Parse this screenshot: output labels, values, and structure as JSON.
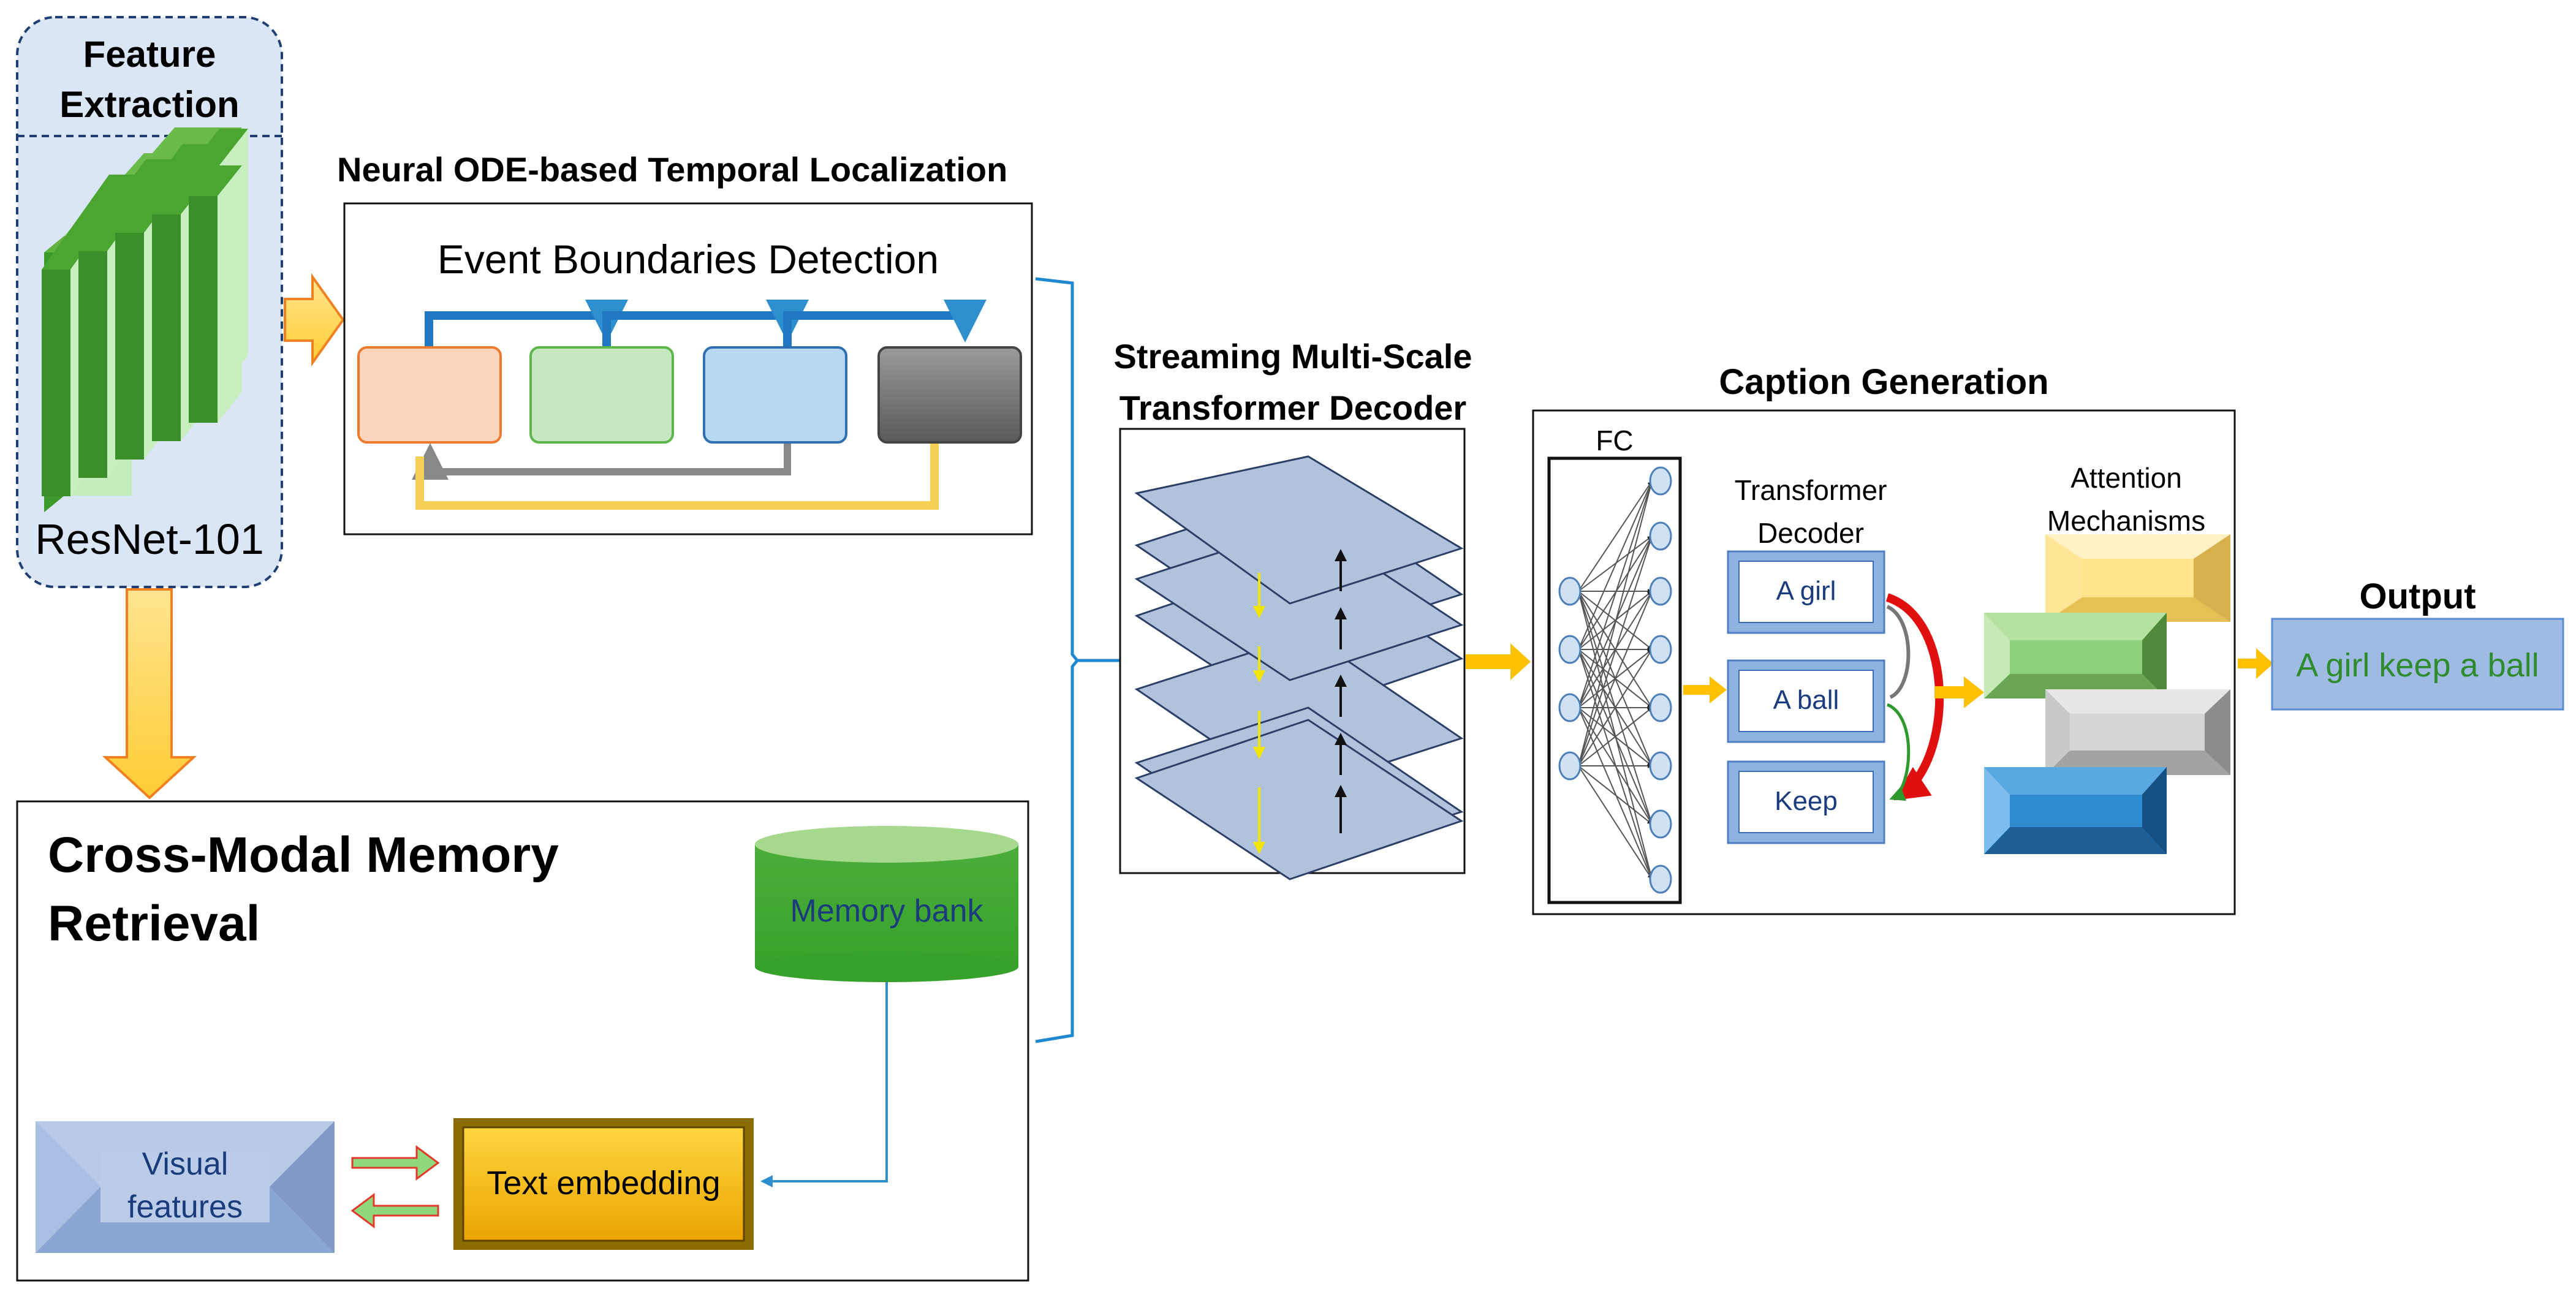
{
  "feature_extraction": {
    "title_line1": "Feature",
    "title_line2": "Extraction",
    "backbone": "ResNet-101"
  },
  "temporal_localization": {
    "title": "Neural ODE-based Temporal Localization",
    "box_title": "Event Boundaries Detection"
  },
  "memory_retrieval": {
    "title_line1": "Cross-Modal Memory",
    "title_line2": "Retrieval",
    "memory_bank": "Memory bank",
    "visual_features_line1": "Visual",
    "visual_features_line2": "features",
    "text_embedding": "Text embedding"
  },
  "decoder": {
    "title_line1": "Streaming Multi-Scale",
    "title_line2": "Transformer Decoder"
  },
  "caption_generation": {
    "title": "Caption Generation",
    "fc_label": "FC",
    "transformer_line1": "Transformer",
    "transformer_line2": "Decoder",
    "words": [
      "A girl",
      "A ball",
      "Keep"
    ],
    "attention_line1": "Attention",
    "attention_line2": "Mechanisms"
  },
  "output": {
    "title": "Output",
    "text": "A girl keep a ball"
  },
  "colors": {
    "panel_blue": "#dae6f5",
    "arrow_yellow": "#ffc000",
    "connector_blue": "#2e8fce",
    "green_dark": "#3f8f2a",
    "output_text": "#2e8b2e"
  }
}
